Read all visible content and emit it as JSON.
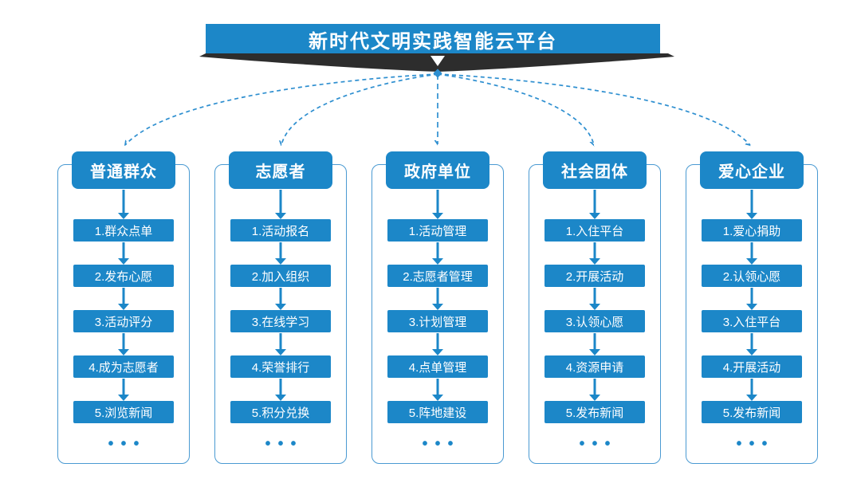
{
  "title": "新时代文明实践智能云平台",
  "ellipsis": "•••",
  "colors": {
    "box_blue": "#1c87c8",
    "frame_blue": "#4a9ad2",
    "dashed_blue": "#2e8fd0",
    "ribbon_dark": "#2d2d2d",
    "text_white": "#ffffff",
    "background": "#ffffff"
  },
  "columns": [
    {
      "title": "普通群众",
      "items": [
        "1.群众点单",
        "2.发布心愿",
        "3.活动评分",
        "4.成为志愿者",
        "5.浏览新闻"
      ]
    },
    {
      "title": "志愿者",
      "items": [
        "1.活动报名",
        "2.加入组织",
        "3.在线学习",
        "4.荣誉排行",
        "5.积分兑换"
      ]
    },
    {
      "title": "政府单位",
      "items": [
        "1.活动管理",
        "2.志愿者管理",
        "3.计划管理",
        "4.点单管理",
        "5.阵地建设"
      ]
    },
    {
      "title": "社会团体",
      "items": [
        "1.入住平台",
        "2.开展活动",
        "3.认领心愿",
        "4.资源申请",
        "5.发布新闻"
      ]
    },
    {
      "title": "爱心企业",
      "items": [
        "1.爱心捐助",
        "2.认领心愿",
        "3.入住平台",
        "4.开展活动",
        "5.发布新闻"
      ]
    }
  ]
}
